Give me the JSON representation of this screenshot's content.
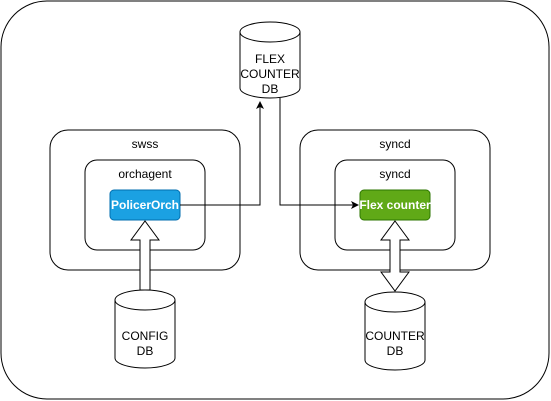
{
  "colors": {
    "policer_fill": "#1BA1E2",
    "policer_stroke": "#006EAF",
    "flex_fill": "#60A917",
    "flex_stroke": "#2D7600",
    "line": "#000000"
  },
  "db_flex": {
    "line1": "FLEX",
    "line2": "COUNTER",
    "line3": "DB"
  },
  "db_config": {
    "line1": "CONFIG",
    "line2": "DB"
  },
  "db_counter": {
    "line1": "COUNTER",
    "line2": "DB"
  },
  "swss": {
    "title": "swss",
    "inner_title": "orchagent",
    "block_label": "PolicerOrch"
  },
  "syncd": {
    "title": "syncd",
    "inner_title": "syncd",
    "block_label": "Flex counter"
  }
}
